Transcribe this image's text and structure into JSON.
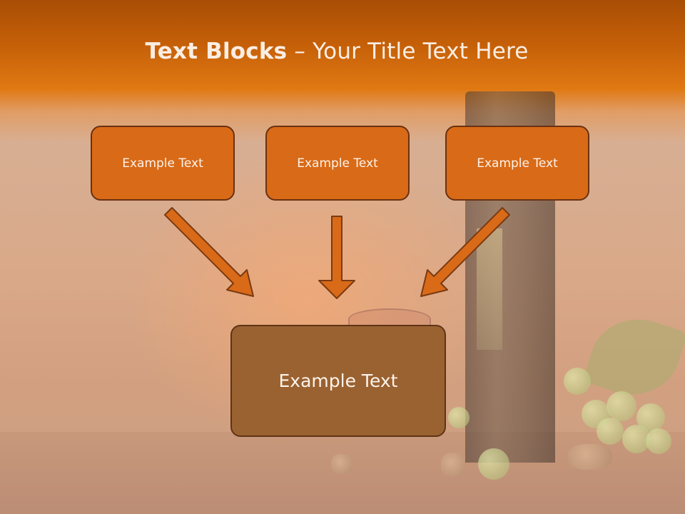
{
  "slide": {
    "title_bold": "Text Blocks",
    "title_sep": " – ",
    "title_regular": "Your Title Text Here",
    "boxes": {
      "left": "Example Text",
      "middle": "Example Text",
      "right": "Example Text",
      "bottom": "Example Text"
    }
  },
  "colors": {
    "title_band": "#e07812",
    "box_fill": "#d96a17",
    "box_border": "#6a3110",
    "bottom_box_fill": "#9a6231",
    "arrow_fill": "#d96a17",
    "text": "#fdf3ea"
  }
}
